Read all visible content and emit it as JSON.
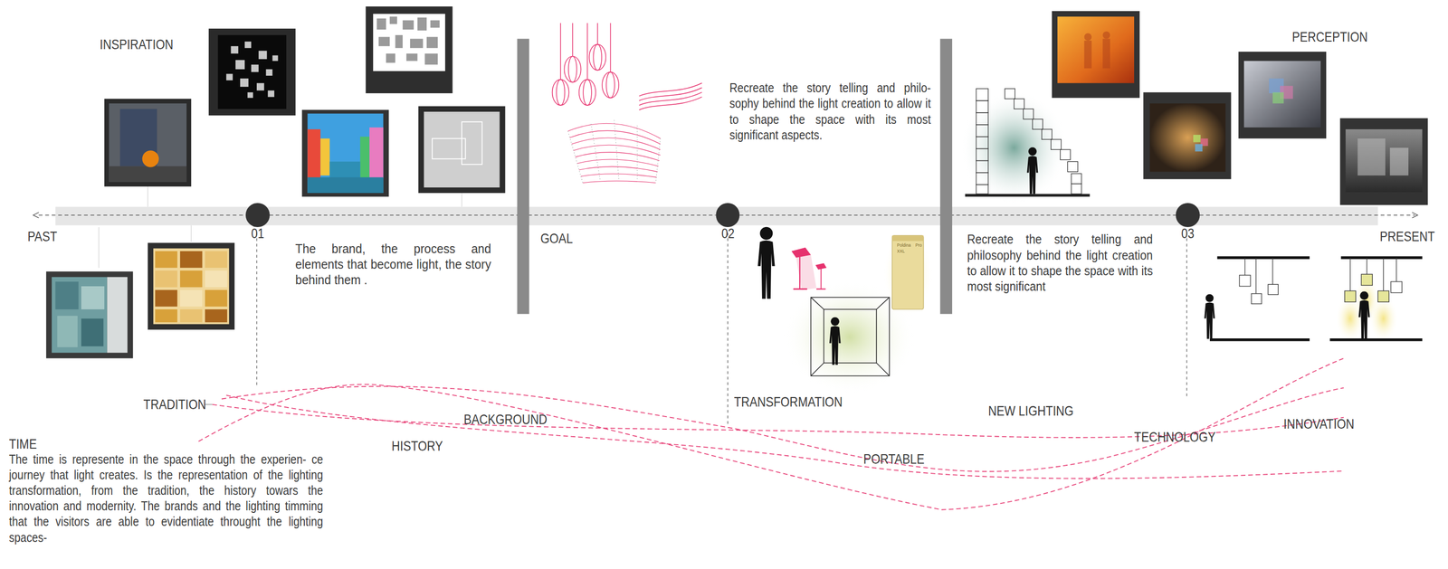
{
  "diagram": {
    "nodes": [
      {
        "text": [
          "01"
        ]
      },
      {
        "text": [
          "02"
        ]
      },
      {
        "text": [
          "03"
        ]
      }
    ],
    "edges": [
      {
        "from": 0,
        "to": 1,
        "arrow": "none"
      },
      {
        "from": 1,
        "to": 2,
        "arrow": "none"
      }
    ],
    "labels": [
      "INSPIRATION",
      "PERCEPTION",
      "PAST",
      "The brand, the process and elements that become light, the story behind them .",
      "GOAL",
      "Recreate the story telling and philo- sophy behind the light creation to allow it to shape the space with its most significant aspects.",
      "Recreate the story telling and philosophy behind the light creation to allow it to shape the space with its most significant",
      "PRESENT",
      "Poldina Pro XXL",
      "TRADITION",
      "TRANSFORMATION",
      "NEW LIGHTING",
      "BACKGROUND",
      "INNOVATION",
      "TECHNOLOGY",
      "TIME",
      "HISTORY",
      "The time is represente in the space through the experien- ce journey that light creates. Is the representation of the lighting transformation, from the tradition, the history towars the innovation and modernity. The brands and the lighting timming that the visitors are able to evidentiate throught the lighting spaces-",
      "PORTABLE"
    ]
  }
}
